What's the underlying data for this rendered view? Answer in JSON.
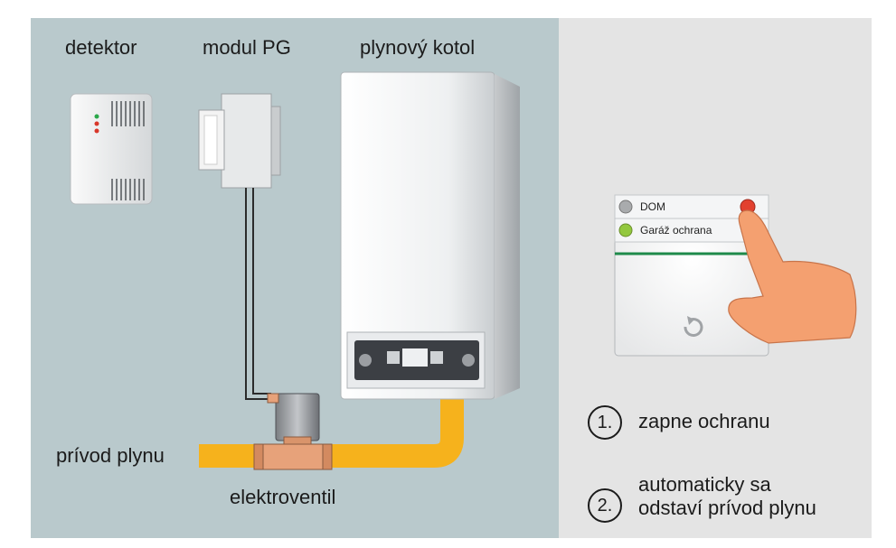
{
  "labels": {
    "detector": "detektor",
    "module": "modul PG",
    "boiler": "plynový kotol",
    "gas_supply": "prívod plynu",
    "valve": "elektroventil"
  },
  "control_panel": {
    "zone1": "DOM",
    "zone2": "Garáž ochrana",
    "zone1_led_color": "#e2412f",
    "zone2_led_color": "#93c83e",
    "accent": "#1e8a4a"
  },
  "steps": [
    {
      "num": "1.",
      "text": "zapne ochranu"
    },
    {
      "num": "2.",
      "text_line1": "automaticky sa",
      "text_line2": "odstaví prívod plynu"
    }
  ],
  "colors": {
    "left_panel": "#b9c9cc",
    "right_panel": "#e4e4e4",
    "pipe": "#f6b21c",
    "valve_body": "#e7a27a"
  }
}
